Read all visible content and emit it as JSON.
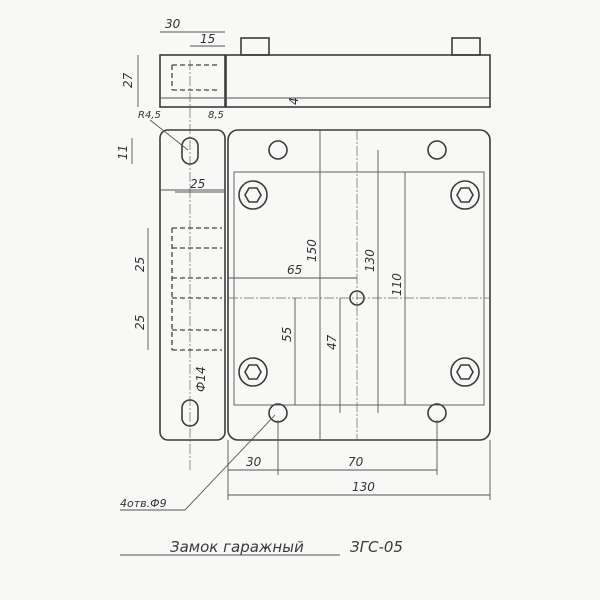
{
  "drawing": {
    "title": "Замок гаражный",
    "model": "ЗГС-05",
    "note_holes": "4отв.Ф9",
    "dimensions": {
      "top_width": "30",
      "top_half": "15",
      "top_height": "27",
      "top_gap": "4",
      "radius": "R4,5",
      "slot_offset": "8,5",
      "slot_height": "11",
      "side_depth": "25",
      "side_spacing_1": "25",
      "side_spacing_2": "25",
      "center_x": "65",
      "plate_height": "150",
      "hole_spacing_v": "130",
      "inner_height": "110",
      "side_55": "55",
      "center_47": "47",
      "diameter": "Ф14",
      "bottom_30": "30",
      "bottom_70": "70",
      "overall_width": "130"
    }
  }
}
